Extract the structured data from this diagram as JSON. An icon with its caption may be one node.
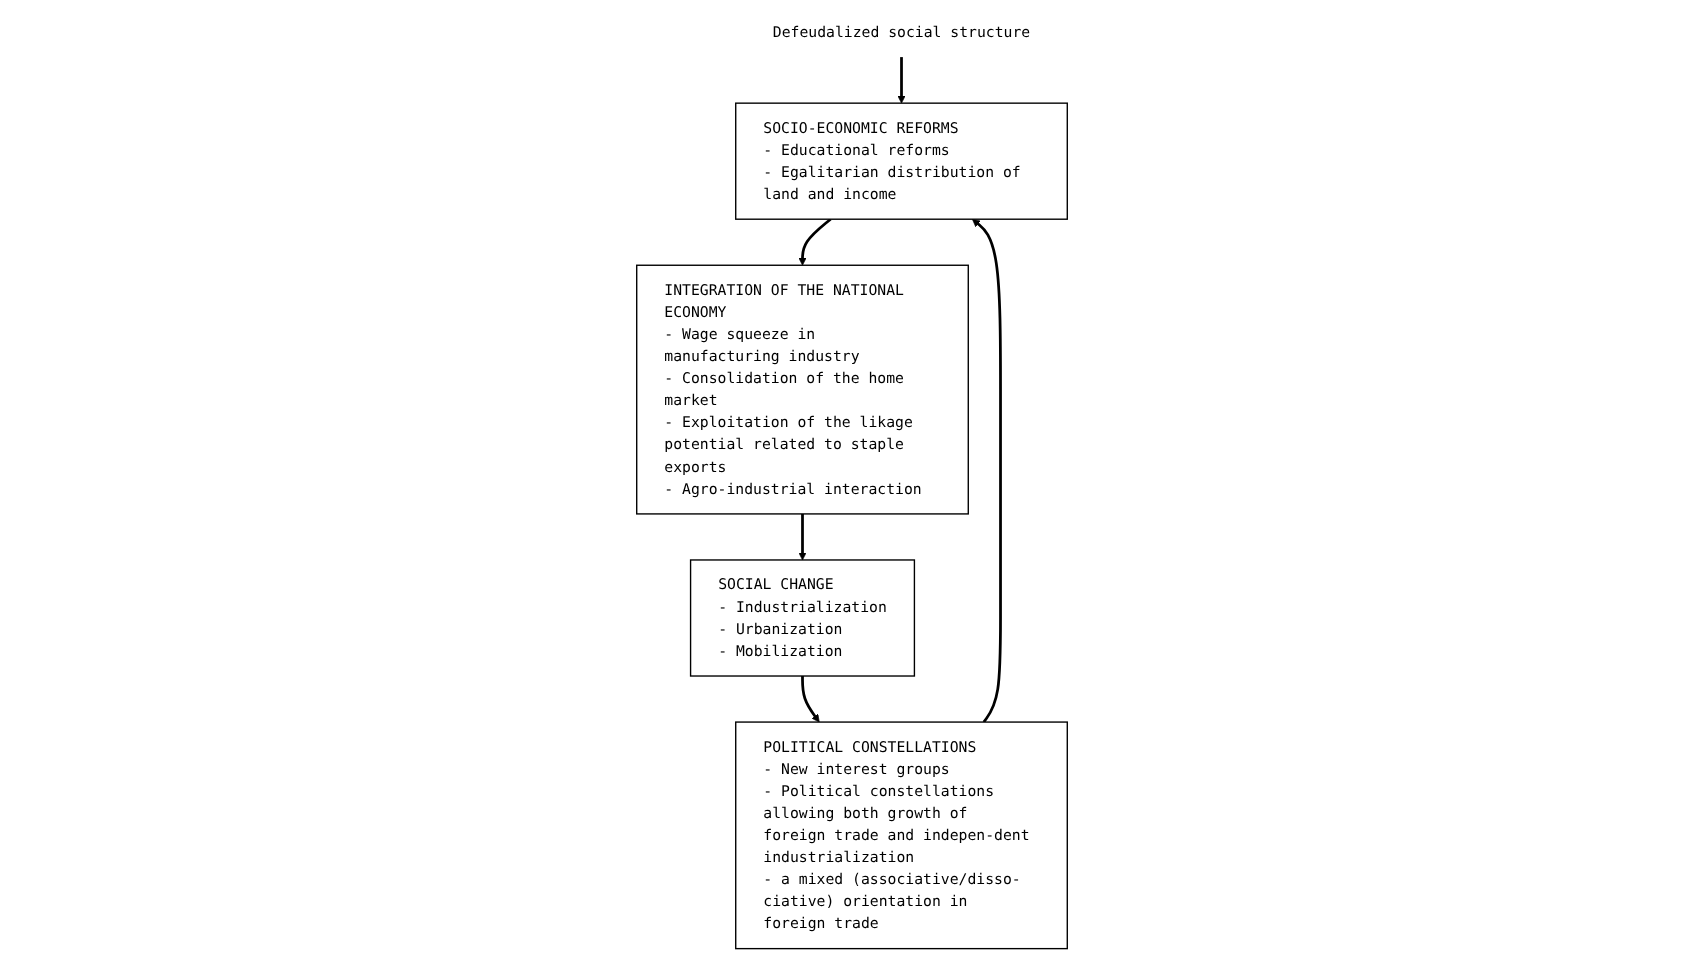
{
  "diagram": {
    "nodes": [
      {
        "text": [
          "Defeudalized social structure"
        ]
      },
      {
        "text": [
          "SOCIO-ECONOMIC REFORMS",
          "- Educational reforms",
          "- Egalitarian distribution of land and income"
        ]
      },
      {
        "text": [
          "INTEGRATION OF THE NATIONAL ECONOMY",
          "- Wage squeeze in manufacturing industry",
          "- Consolidation of the home market",
          "- Exploitation of the likage potential related to staple exports",
          "- Agro-industrial interaction"
        ]
      },
      {
        "text": [
          "POLITICAL CONSTELLATIONS",
          "- New interest groups",
          "- Political constellations allowing both growth of foreign trade and indepen-dent industrialization",
          "- a mixed (associative/disso-ciative) orientation in foreign trade"
        ]
      },
      {
        "text": [
          "SOCIAL CHANGE",
          "- Industrialization",
          "- Urbanization",
          "- Mobilization"
        ]
      }
    ],
    "edges": [
      {
        "from": 0,
        "to": 1,
        "arrow": "to"
      },
      {
        "from": 1,
        "to": 2,
        "arrow": "to"
      },
      {
        "from": 2,
        "to": 4,
        "arrow": "to"
      },
      {
        "from": 4,
        "to": 3,
        "arrow": "to"
      },
      {
        "from": 3,
        "to": 1,
        "arrow": "to"
      }
    ]
  }
}
